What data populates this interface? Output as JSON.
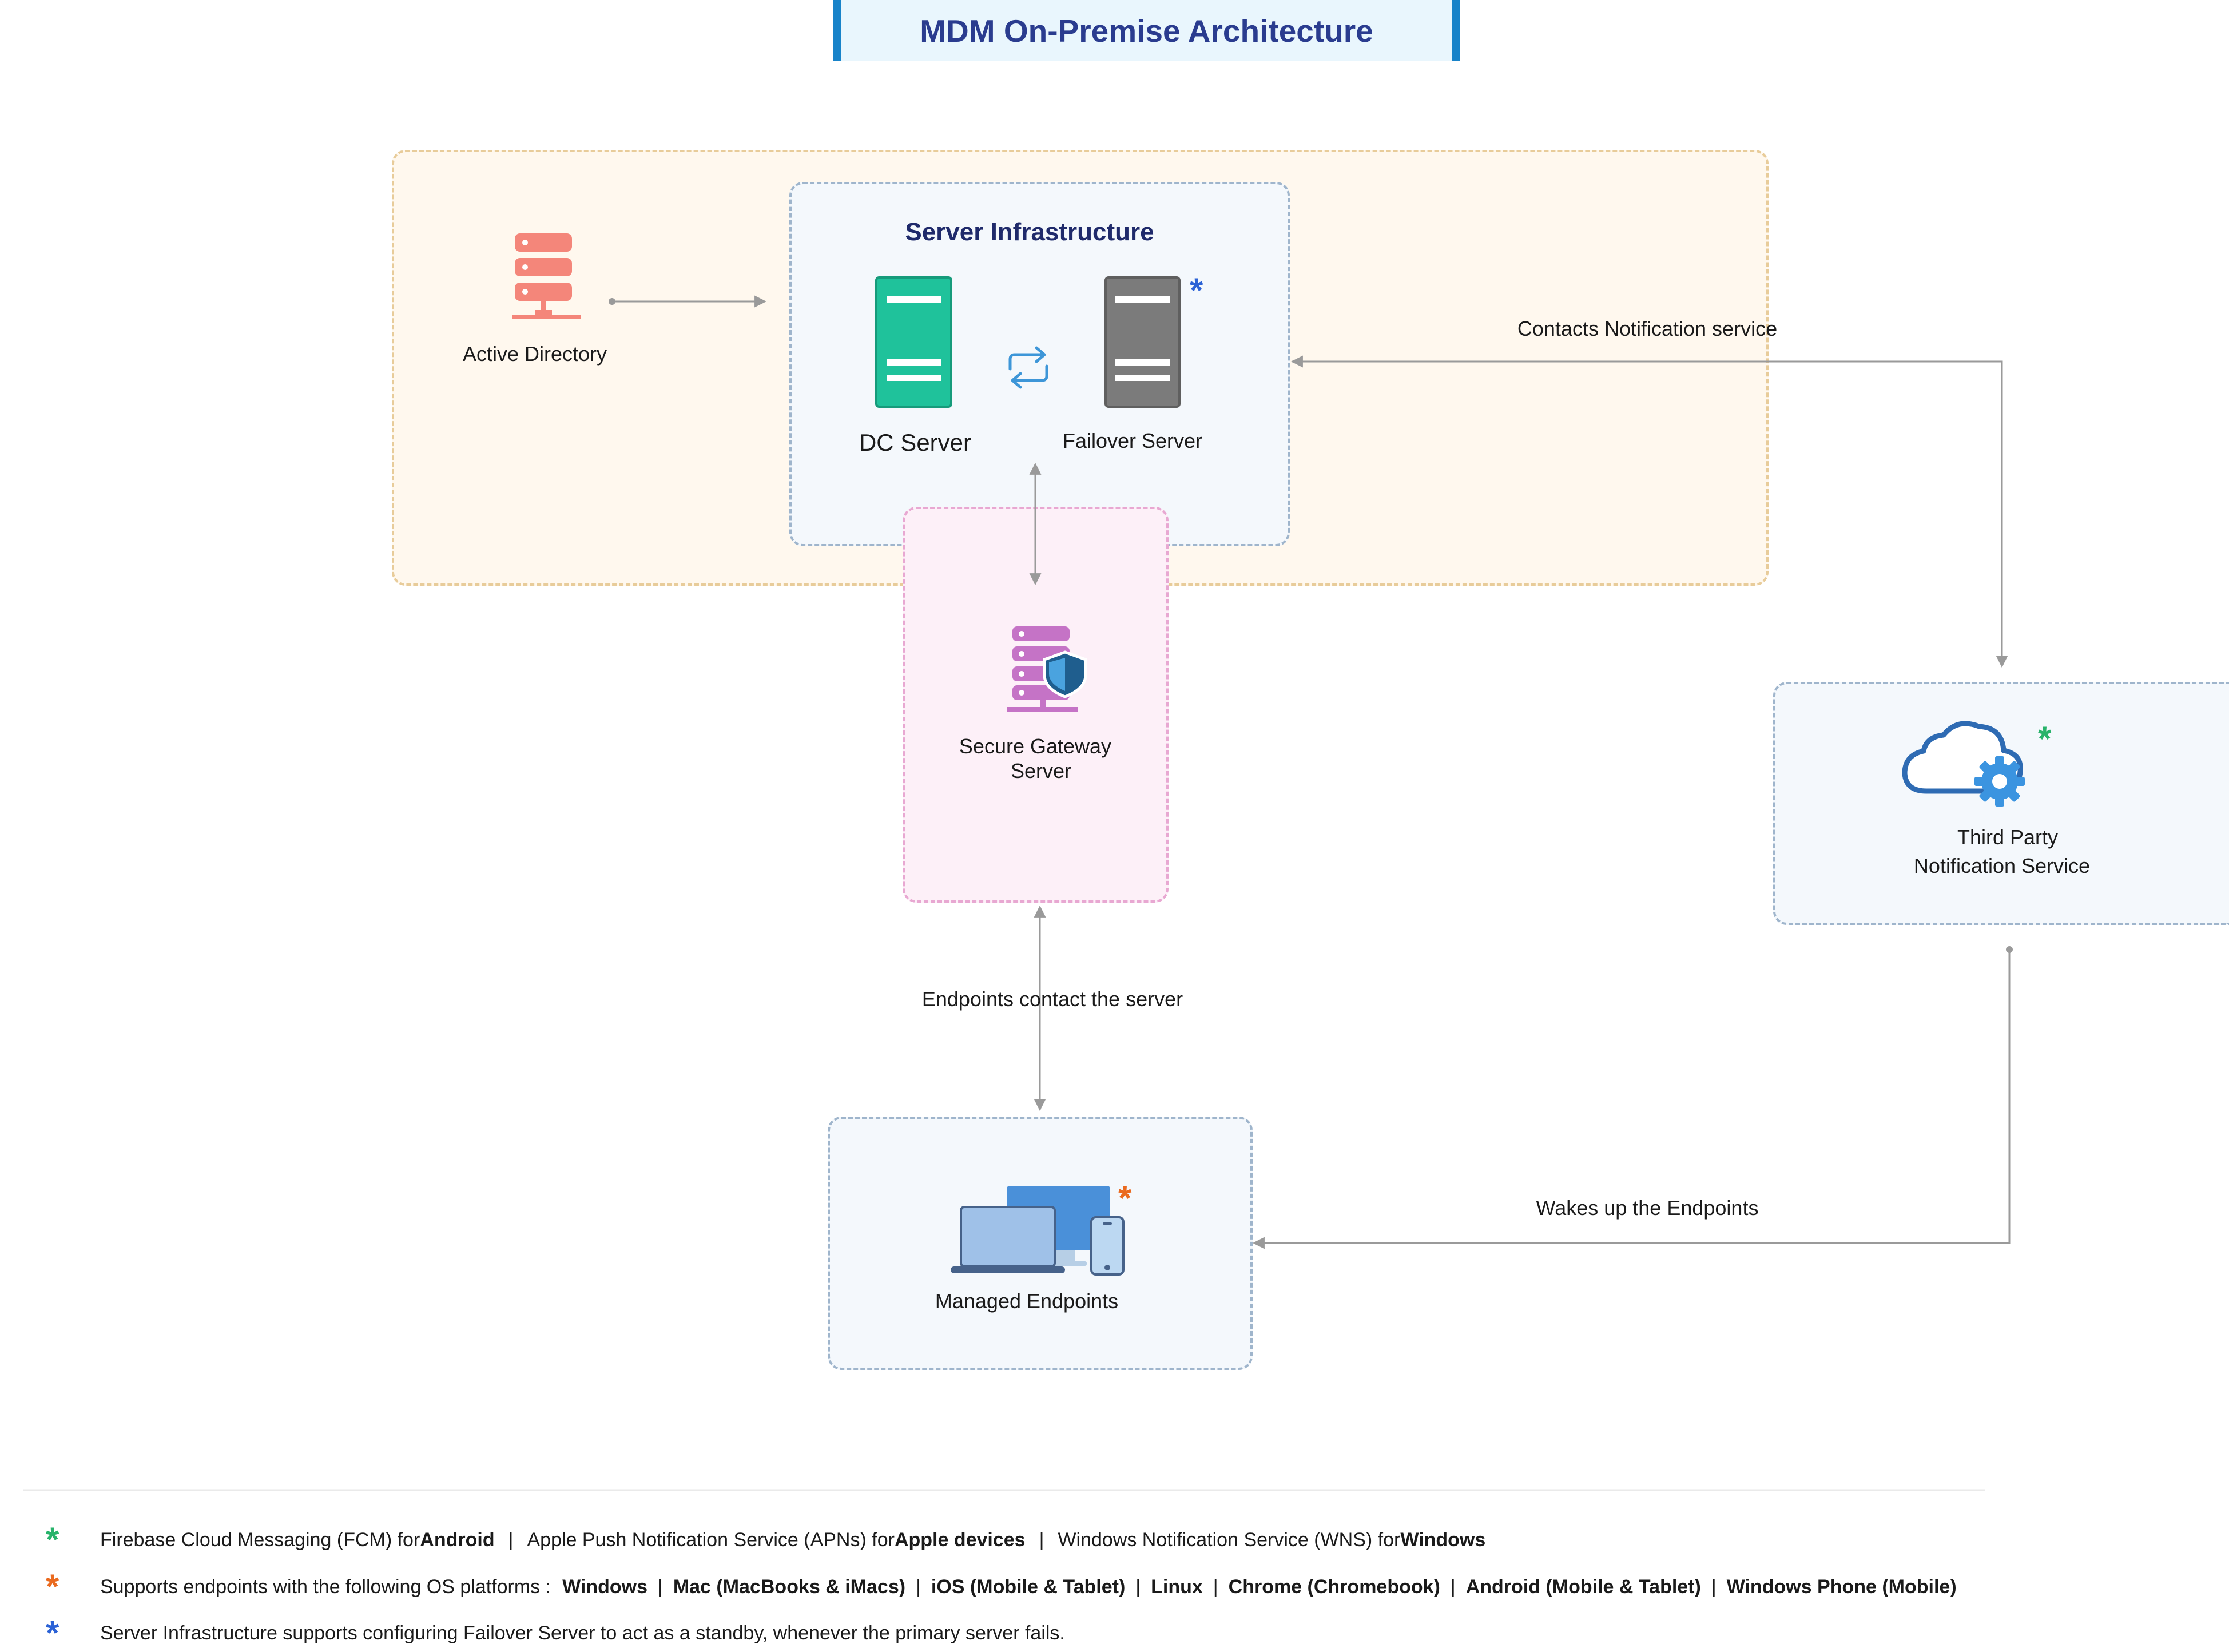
{
  "title": "MDM On-Premise Architecture",
  "nodes": {
    "active_directory": "Active Directory",
    "server_infrastructure": "Server Infrastructure",
    "dc_server": "DC Server",
    "failover_server": "Failover Server",
    "secure_gateway_line1": "Secure Gateway",
    "secure_gateway_line2": "Server",
    "third_party_line1": "Third Party",
    "third_party_line2": "Notification Service",
    "managed_endpoints": "Managed Endpoints"
  },
  "edges": {
    "contacts_notification": "Contacts Notification service",
    "endpoints_contact": "Endpoints contact the server",
    "wakes_up": "Wakes up the Endpoints"
  },
  "markers": {
    "asterisk": "*"
  },
  "colors": {
    "green_star": "#27b36a",
    "orange_star": "#ea6a1f",
    "blue_star": "#2b62d6",
    "ad_icon": "#f4867a",
    "dc_server": "#1fc29b",
    "failover_server": "#7b7b7b",
    "gateway_icon": "#c573c6",
    "cloud_icon": "#2e6bb3",
    "outer_region_fill": "#fff8ee",
    "outer_region_border": "#e8cc9a",
    "pink_region_fill": "#fdf0f8",
    "pink_region_border": "#e8a8d2",
    "blue_region_fill": "#f4f8fc",
    "blue_region_border": "#9fb5cc",
    "connector": "#9a9a9a"
  },
  "legend": {
    "l1_fcm": "Firebase Cloud Messaging (FCM) for ",
    "l1_android": "Android",
    "l1_apns": "Apple Push Notification Service (APNs) for ",
    "l1_apple": "Apple devices",
    "l1_wns": "Windows Notification Service (WNS) for ",
    "l1_windows": "Windows",
    "l2_intro": "Supports endpoints with the following OS platforms :",
    "l2_windows": "Windows",
    "l2_mac": "Mac (MacBooks & iMacs)",
    "l2_ios": "iOS (Mobile & Tablet)",
    "l2_linux": "Linux",
    "l2_chrome": "Chrome (Chromebook)",
    "l2_android": "Android (Mobile & Tablet)",
    "l2_winphone": "Windows Phone (Mobile)",
    "l3": "Server Infrastructure supports configuring Failover Server to act as a standby, whenever the primary server fails.",
    "separator": "|"
  }
}
